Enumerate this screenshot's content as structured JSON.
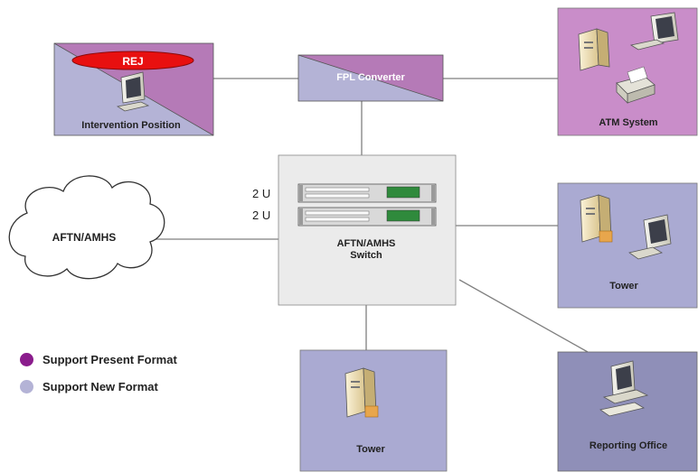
{
  "colors": {
    "present": "#8a1c8c",
    "present_box": "#b57ab7",
    "new": "#b4b3d6",
    "new_box": "#aaaad2",
    "switch_bg": "#ebebeb",
    "rej": "#e81010",
    "line": "#7f7f7f"
  },
  "nodes": {
    "intervention": {
      "label": "Intervention Position",
      "rej": "REJ"
    },
    "fpl": {
      "label": "FPL Converter"
    },
    "atm": {
      "label": "ATM System"
    },
    "switch": {
      "label_line1": "AFTN/AMHS",
      "label_line2": "Switch",
      "unit1": "2 U",
      "unit2": "2 U"
    },
    "cloud": {
      "label": "AFTN/AMHS"
    },
    "tower_right": {
      "label": "Tower"
    },
    "tower_bottom": {
      "label": "Tower"
    },
    "reporting": {
      "label": "Reporting Office"
    }
  },
  "legend": {
    "present": "Support Present Format",
    "new": "Support New Format"
  }
}
